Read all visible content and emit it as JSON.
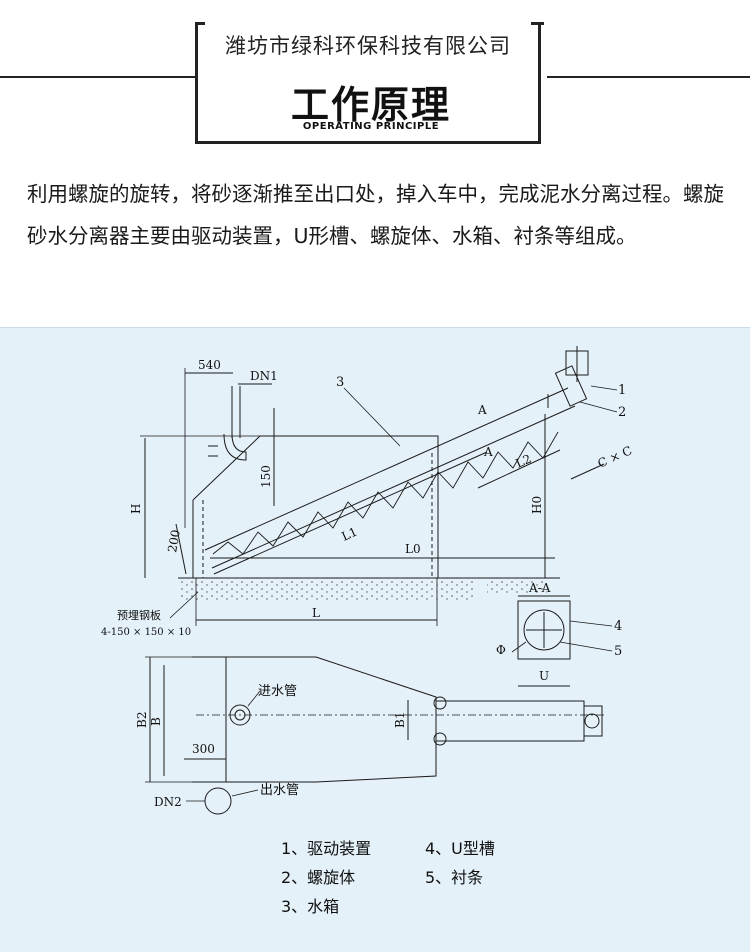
{
  "header": {
    "company": "潍坊市绿科环保科技有限公司",
    "title": "工作原理",
    "subtitle": "OPERATING PRINCIPLE"
  },
  "description": "利用螺旋的旋转，将砂逐渐推至出口处，掉入车中，完成泥水分离过程。螺旋砂水分离器主要由驱动装置，U形槽、螺旋体、水箱、衬条等组成。",
  "diagram": {
    "dims": {
      "d540": "540",
      "dn1": "DN1",
      "d150": "150",
      "h": "H",
      "d200": "200",
      "l1": "L1",
      "l0": "L0",
      "l": "L",
      "l2": "L2",
      "h0": "H0",
      "cxc": "C × C",
      "a": "A",
      "aa": "A-A",
      "phi": "Φ",
      "u": "U",
      "b": "B",
      "b1": "B1",
      "b2": "B2",
      "d300": "300",
      "dn2": "DN2"
    },
    "callouts": [
      "1",
      "2",
      "3",
      "4",
      "5"
    ],
    "plate_label": "预埋钢板",
    "plate_spec": "4-150 × 150 × 10",
    "inlet_label": "进水管",
    "outlet_label": "出水管"
  },
  "legend": [
    "1、驱动装置",
    "2、螺旋体",
    "3、水箱",
    "4、U型槽",
    "5、衬条"
  ]
}
